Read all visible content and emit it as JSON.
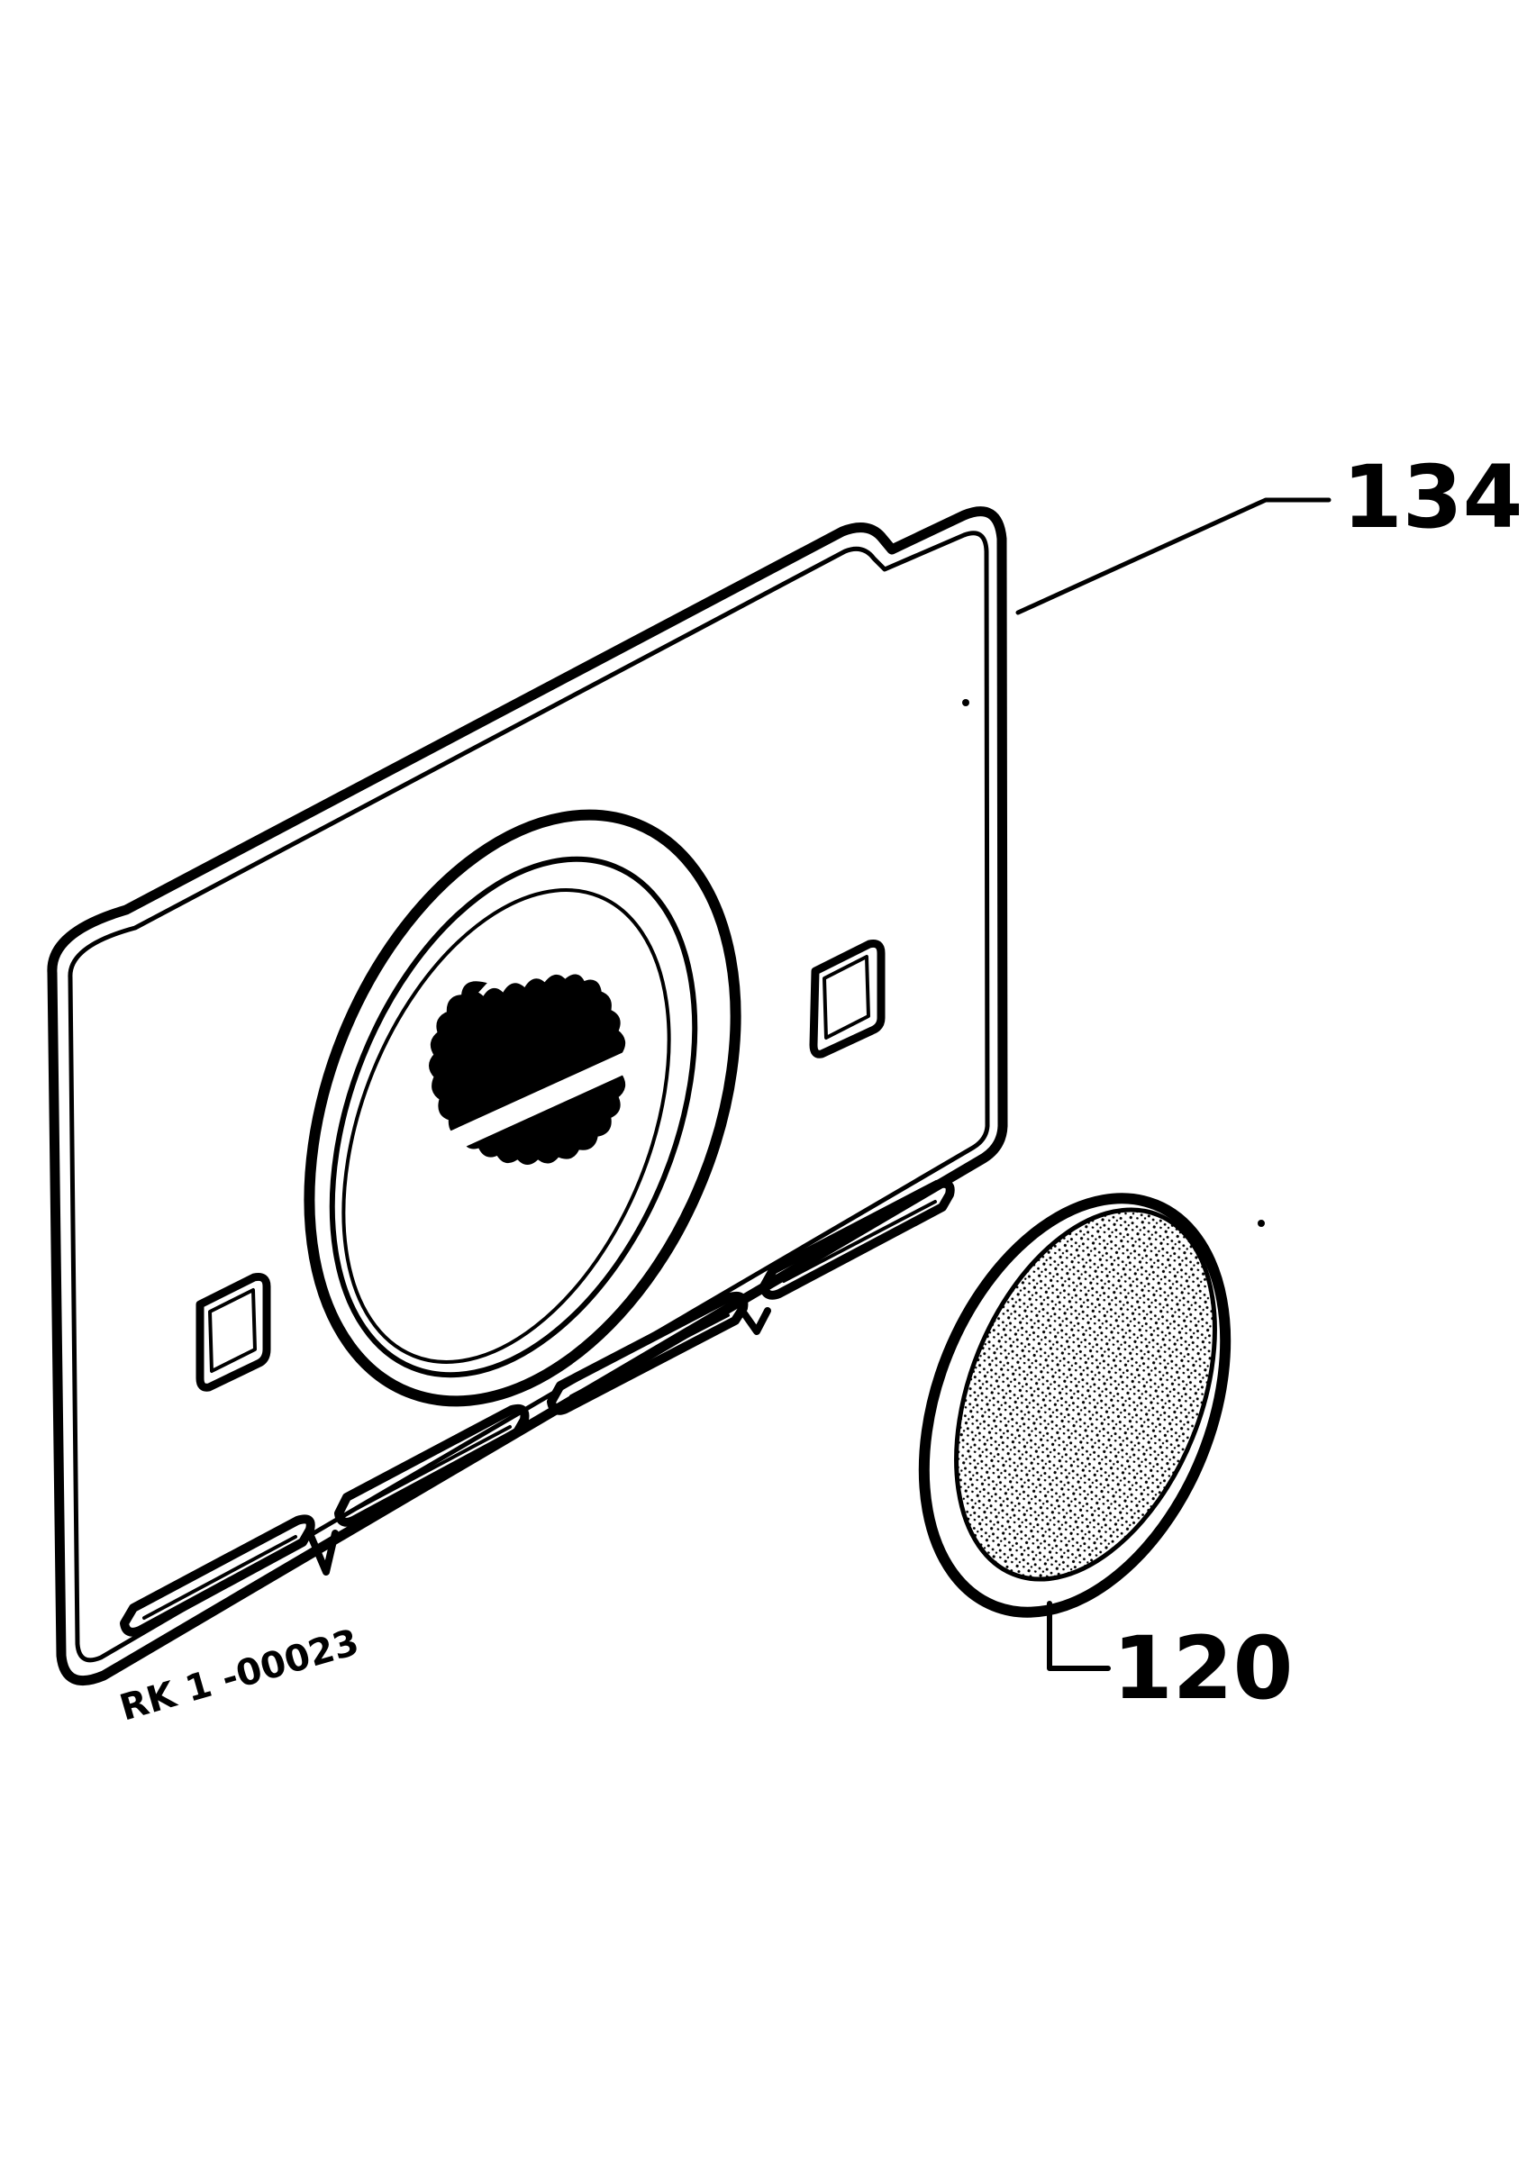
{
  "labels": {
    "plate_part_number": "134",
    "filter_part_number": "120",
    "drawing_reference": "RK 1 -00023"
  },
  "colors": {
    "ink": "#000000",
    "paper": "#ffffff"
  }
}
